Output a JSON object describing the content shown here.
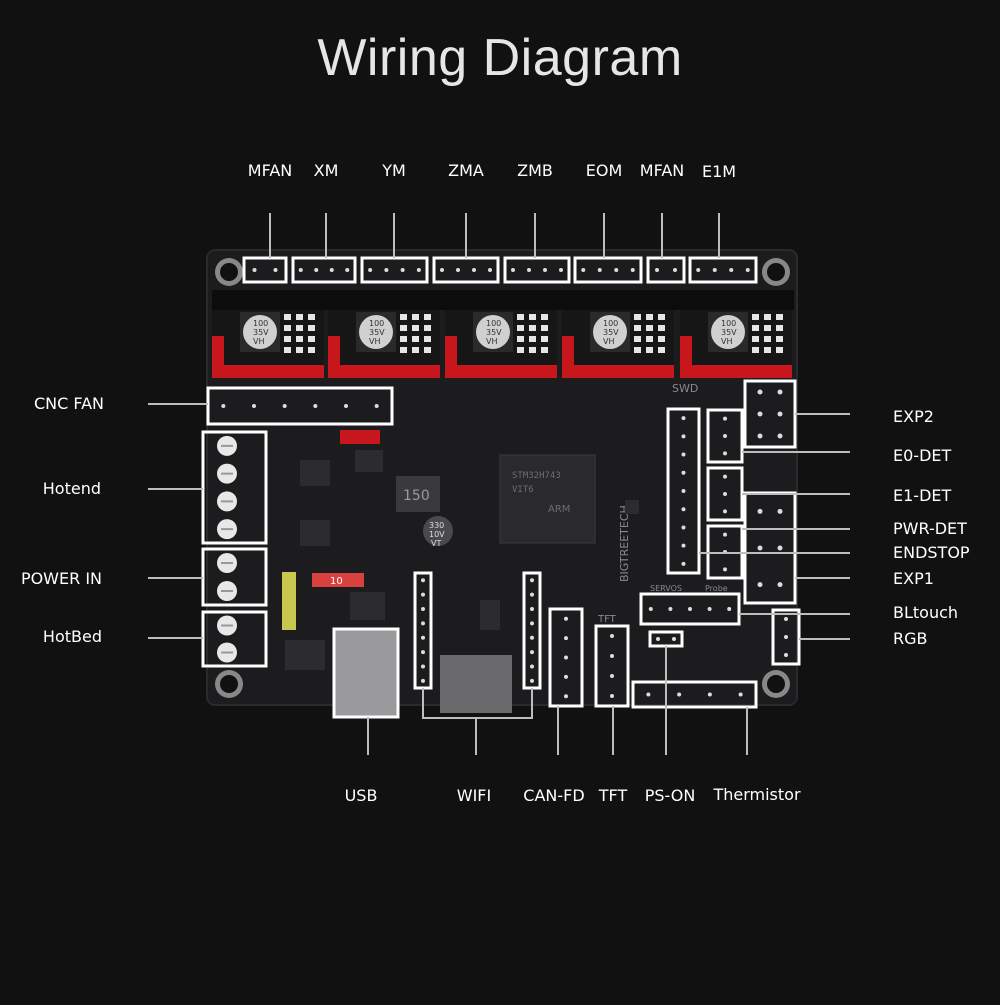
{
  "title": "Wiring Diagram",
  "labels": {
    "top": [
      "MFAN",
      "XM",
      "YM",
      "ZMA",
      "ZMB",
      "EOM",
      "MFAN",
      "E1M"
    ],
    "left": [
      "CNC FAN",
      "Hotend",
      "POWER IN",
      "HotBed"
    ],
    "right": [
      "EXP2",
      "E0-DET",
      "E1-DET",
      "PWR-DET",
      "ENDSTOP",
      "EXP1",
      "BLtouch",
      "RGB"
    ],
    "bottom": [
      "USB",
      "WIFI",
      "CAN-FD",
      "TFT",
      "PS-ON",
      "Thermistor"
    ]
  },
  "board": {
    "capacitor_lines": [
      "100",
      "35V",
      "VH"
    ],
    "inductor": "150",
    "cap2_lines": [
      "330",
      "10V",
      "VT"
    ],
    "fuse": "10",
    "chip_lines": [
      "STM32H743",
      "VIT6",
      "ARM"
    ],
    "brand": "BIGTREETECH",
    "swd": "SWD",
    "servos": "SERVOS",
    "probe": "Probe",
    "tft": "TFT"
  },
  "colors": {
    "background": "#111112",
    "board": "#1d1d1f",
    "driver_socket": "#c8161d",
    "box": "#ffffff",
    "line": "#bdbdbd"
  }
}
